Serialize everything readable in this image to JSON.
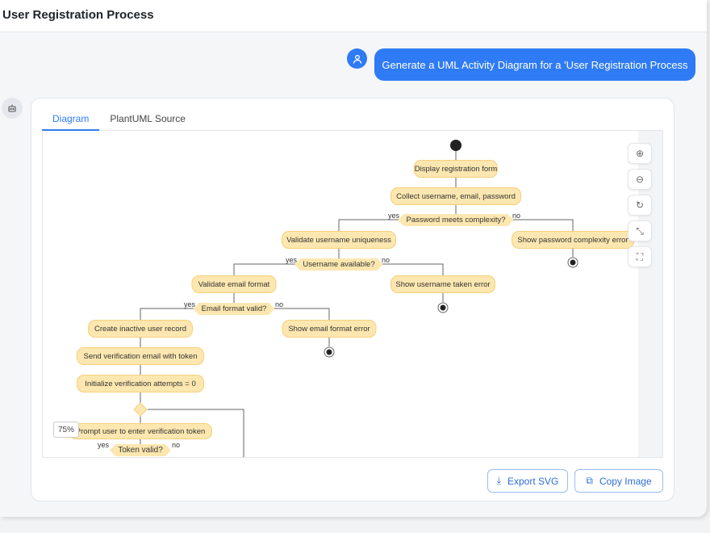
{
  "header": {
    "title": "User Registration Process"
  },
  "chat": {
    "user_message": "Generate a UML Activity Diagram for a 'User Registration Process"
  },
  "tabs": [
    {
      "label": "Diagram",
      "active": true
    },
    {
      "label": "PlantUML Source",
      "active": false
    }
  ],
  "diagram": {
    "nodes": [
      "Display registration form",
      "Collect username, email, password",
      "Validate username uniqueness",
      "Show password complexity error",
      "Validate email format",
      "Show username taken error",
      "Create inactive user record",
      "Show email format error",
      "Send verification email with token",
      "Initialize verification attempts = 0",
      "Prompt user to enter verification token"
    ],
    "decisions": [
      "Password meets complexity?",
      "Username available?",
      "Email format valid?",
      "Token valid?"
    ],
    "yes": "yes",
    "no": "no",
    "zoom_level": "75%"
  },
  "controls": [
    "zoom-in",
    "zoom-out",
    "reset",
    "fit",
    "fullscreen"
  ],
  "buttons": {
    "export_svg": "Export SVG",
    "copy_image": "Copy Image"
  },
  "colors": {
    "accent": "#2f7bf5",
    "node_fill": "#fde7b0",
    "node_border": "#f6cf7a"
  }
}
